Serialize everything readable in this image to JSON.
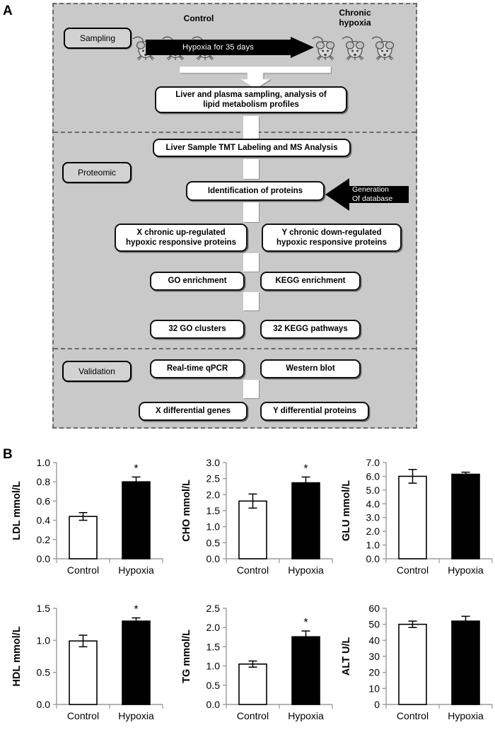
{
  "panels": {
    "a_letter": "A",
    "b_letter": "B"
  },
  "flowchart": {
    "stages": [
      {
        "id": "sampling",
        "label": "Sampling"
      },
      {
        "id": "proteomic",
        "label": "Proteomic"
      },
      {
        "id": "validation",
        "label": "Validation"
      }
    ],
    "headings": {
      "control": "Control",
      "chronic_hypoxia": "Chronic\nhypoxia"
    },
    "chronic_hypoxia_line1": "Chronic",
    "chronic_hypoxia_line2": "hypoxia",
    "banner": {
      "hypoxia_arrow_label": "Hypoxia  for  35 days"
    },
    "database_arrow": {
      "line1": "Generation",
      "line2": "Of database"
    },
    "boxes": [
      {
        "id": "sampling-analysis",
        "line1": "Liver and plasma sampling, analysis of",
        "line2": "lipid metabolism  profiles"
      },
      {
        "id": "tmt-labeling",
        "line1": "Liver Sample TMT Labeling and MS Analysis",
        "line2": ""
      },
      {
        "id": "identification",
        "line1": "Identification  of proteins",
        "line2": ""
      },
      {
        "id": "up-regulated",
        "line1": "X chronic up-regulated",
        "line2": "hypoxic responsive proteins"
      },
      {
        "id": "down-regulated",
        "line1": "Y chronic down-regulated",
        "line2": "hypoxic responsive proteins"
      },
      {
        "id": "go-enrichment",
        "line1": "GO enrichment",
        "line2": ""
      },
      {
        "id": "kegg-enrichment",
        "line1": "KEGG enrichment",
        "line2": ""
      },
      {
        "id": "go-clusters",
        "line1": "32 GO clusters",
        "line2": ""
      },
      {
        "id": "kegg-pathways",
        "line1": "32 KEGG pathways",
        "line2": ""
      },
      {
        "id": "qpcr",
        "line1": "Real-time qPCR",
        "line2": ""
      },
      {
        "id": "western-blot",
        "line1": "Western blot",
        "line2": ""
      },
      {
        "id": "differential-genes",
        "line1": "X differential genes",
        "line2": ""
      },
      {
        "id": "differential-proteins",
        "line1": "Y differential proteins",
        "line2": ""
      }
    ],
    "mouse_count_control": 3,
    "mouse_count_hypoxia": 3
  },
  "chart_data": [
    {
      "id": "ldl",
      "type": "bar",
      "ylabel": "LDL mmol/L",
      "categories": [
        "Control",
        "Hypoxia"
      ],
      "values": [
        0.44,
        0.8
      ],
      "errors": [
        0.04,
        0.05
      ],
      "fills": [
        "white",
        "black"
      ],
      "significance": [
        null,
        "*"
      ],
      "ylim": [
        0.0,
        1.0
      ],
      "yticks": [
        "0.0",
        "0.2",
        "0.4",
        "0.6",
        "0.8",
        "1.0"
      ],
      "ytick_values": [
        0.0,
        0.2,
        0.4,
        0.6,
        0.8,
        1.0
      ],
      "grid": false
    },
    {
      "id": "cho",
      "type": "bar",
      "ylabel": "CHO mmol/L",
      "categories": [
        "Control",
        "Hypoxia"
      ],
      "values": [
        1.8,
        2.37
      ],
      "errors": [
        0.22,
        0.18
      ],
      "fills": [
        "white",
        "black"
      ],
      "significance": [
        null,
        "*"
      ],
      "ylim": [
        0.0,
        3.0
      ],
      "yticks": [
        "0.0",
        "0.5",
        "1.0",
        "1.5",
        "2.0",
        "2.5",
        "3.0"
      ],
      "ytick_values": [
        0.0,
        0.5,
        1.0,
        1.5,
        2.0,
        2.5,
        3.0
      ],
      "grid": false
    },
    {
      "id": "glu",
      "type": "bar",
      "ylabel": "GLU mmol/L",
      "categories": [
        "Control",
        "Hypoxia"
      ],
      "values": [
        6.0,
        6.15
      ],
      "errors": [
        0.5,
        0.15
      ],
      "fills": [
        "white",
        "black"
      ],
      "significance": [
        null,
        null
      ],
      "ylim": [
        0.0,
        7.0
      ],
      "yticks": [
        "0.0",
        "1.0",
        "2.0",
        "3.0",
        "4.0",
        "5.0",
        "6.0",
        "7.0"
      ],
      "ytick_values": [
        0.0,
        1.0,
        2.0,
        3.0,
        4.0,
        5.0,
        6.0,
        7.0
      ],
      "grid": false
    },
    {
      "id": "hdl",
      "type": "bar",
      "ylabel": "HDL mmol/L",
      "categories": [
        "Control",
        "Hypoxia"
      ],
      "values": [
        0.99,
        1.3
      ],
      "errors": [
        0.09,
        0.05
      ],
      "fills": [
        "white",
        "black"
      ],
      "significance": [
        null,
        "*"
      ],
      "ylim": [
        0.0,
        1.5
      ],
      "yticks": [
        "0.0",
        "0.5",
        "1.0",
        "1.5"
      ],
      "ytick_values": [
        0.0,
        0.5,
        1.0,
        1.5
      ],
      "grid": false
    },
    {
      "id": "tg",
      "type": "bar",
      "ylabel": "TG mmol/L",
      "categories": [
        "Control",
        "Hypoxia"
      ],
      "values": [
        1.05,
        1.76
      ],
      "errors": [
        0.08,
        0.15
      ],
      "fills": [
        "white",
        "black"
      ],
      "significance": [
        null,
        "*"
      ],
      "ylim": [
        0.0,
        2.5
      ],
      "yticks": [
        "0.0",
        "0.5",
        "1.0",
        "1.5",
        "2.0",
        "2.5"
      ],
      "ytick_values": [
        0.0,
        0.5,
        1.0,
        1.5,
        2.0,
        2.5
      ],
      "grid": false
    },
    {
      "id": "alt",
      "type": "bar",
      "ylabel": "ALT U/L",
      "categories": [
        "Control",
        "Hypoxia"
      ],
      "values": [
        50,
        52
      ],
      "errors": [
        2,
        3
      ],
      "fills": [
        "white",
        "black"
      ],
      "significance": [
        null,
        null
      ],
      "ylim": [
        0,
        60
      ],
      "yticks": [
        "0",
        "10",
        "20",
        "30",
        "40",
        "50",
        "60"
      ],
      "ytick_values": [
        0,
        10,
        20,
        30,
        40,
        50,
        60
      ],
      "grid": false
    }
  ],
  "colors": {
    "panel_background": "#c9c9c9",
    "box_fill": "#ffffff",
    "stage_fill": "#d2d2d2",
    "bar_black": "#000000",
    "bar_white": "#ffffff",
    "axis_gray": "#9a9a9a",
    "divider": "#6a6a6a"
  }
}
